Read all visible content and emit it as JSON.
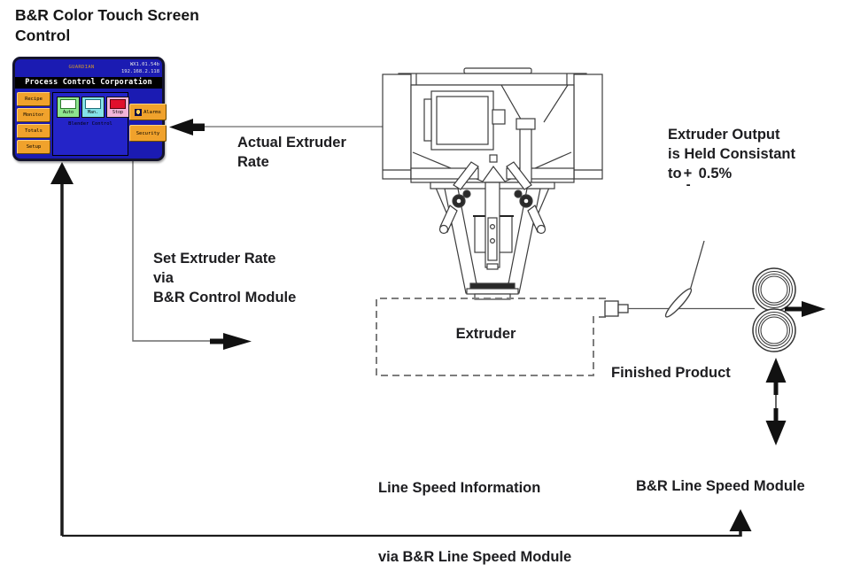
{
  "page": {
    "title_line1": "B&R Color Touch Screen",
    "title_line2": "Control"
  },
  "touchscreen": {
    "status_title": "GUARDIAN",
    "version": "WX1.01.54b",
    "ip_address": "192.168.2.118",
    "header": "Process Control Corporation",
    "nav_buttons": [
      "Recipe",
      "Monitor",
      "Totals",
      "Setup"
    ],
    "mode_buttons": [
      {
        "label": "Auto",
        "color": "#8ee58e"
      },
      {
        "label": "Man.",
        "color": "#84e2e8"
      },
      {
        "label": "Stop",
        "color": "#f2b4d8",
        "swatch_color": "#e0102c"
      }
    ],
    "blender_label": "Blender Control",
    "alarms_label": "Alarms",
    "security_label": "Security"
  },
  "labels": {
    "actual_rate_line1": "Actual Extruder",
    "actual_rate_line2": "Rate",
    "set_rate_line1": "Set Extruder Rate",
    "set_rate_line2": "via",
    "set_rate_line3": "B&R Control Module",
    "output_line1": "Extruder Output",
    "output_line2": "is Held Consistant",
    "output_prefix": "to",
    "output_plus": "+",
    "output_minus": "-",
    "output_value": "0.5%",
    "extruder": "Extruder",
    "finished_product": "Finished Product",
    "line_speed_info": "Line Speed Information",
    "line_speed_module": "B&R Line Speed Module",
    "via_line_speed": "via B&R Line Speed Module"
  },
  "colors": {
    "screen_blue": "#1b1bb2",
    "panel_blue": "#2424c8",
    "button_orange": "#f0a22c",
    "auto_green": "#8ee58e",
    "manual_cyan": "#84e2e8",
    "stop_pink": "#f2b4d8",
    "stop_red": "#e0102c",
    "line_black": "#1c1c1c"
  }
}
